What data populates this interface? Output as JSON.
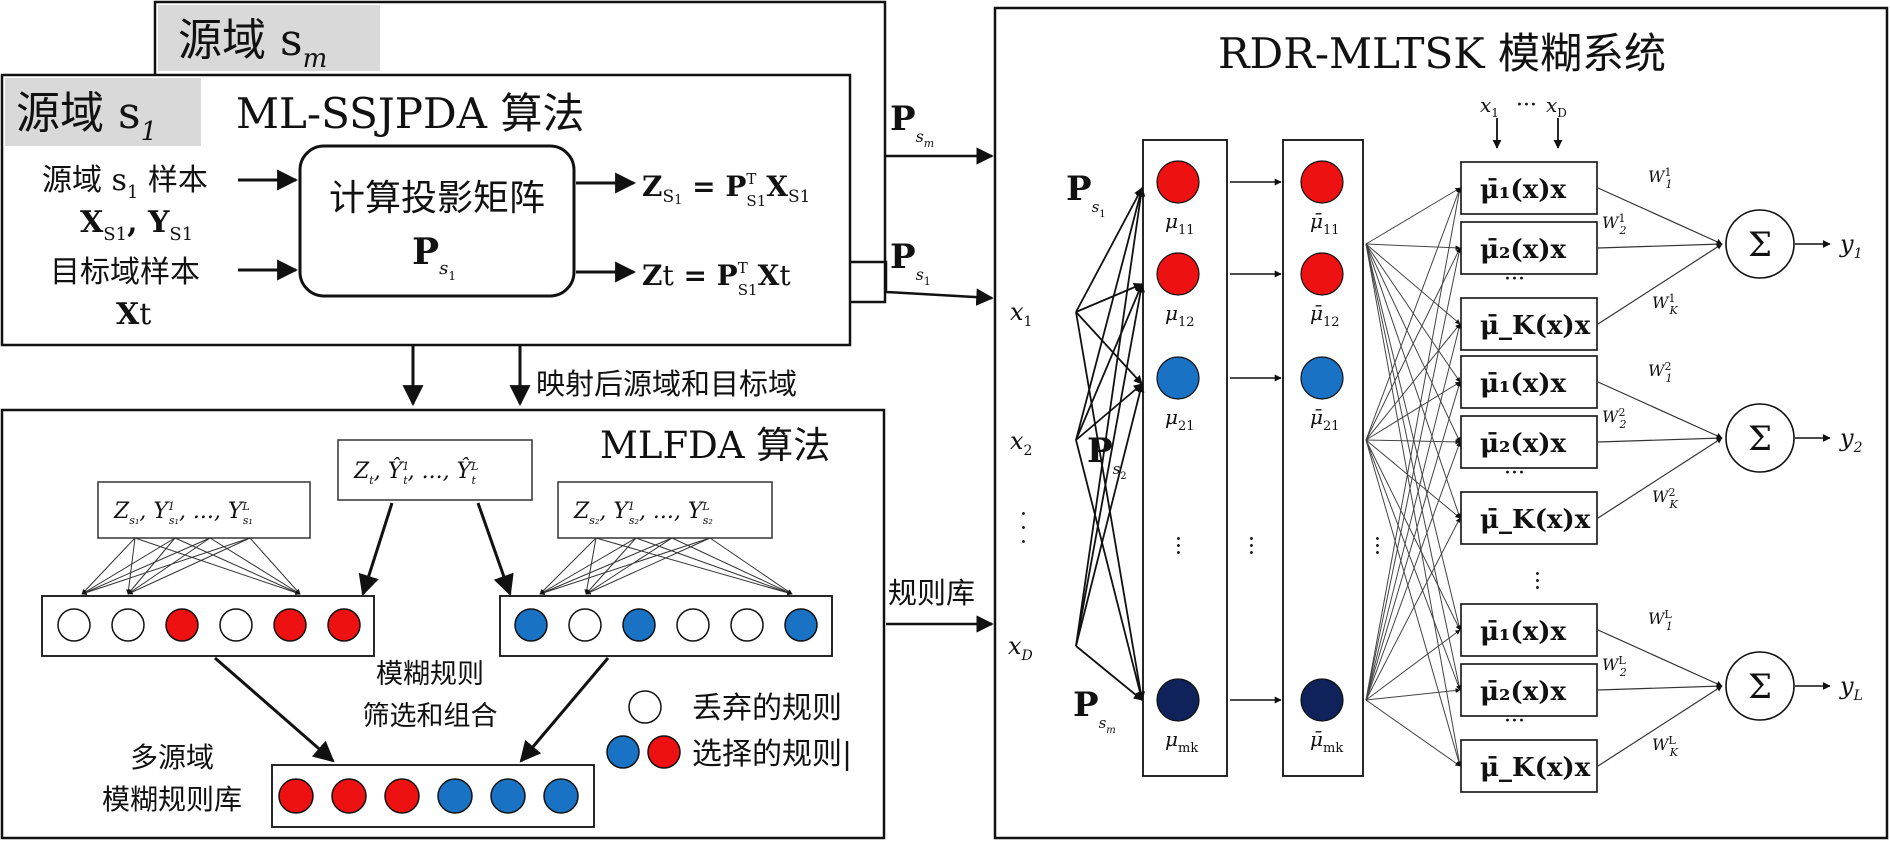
{
  "source_domain_sm": "源域 s",
  "source_domain_sm_sub": "m",
  "source_domain_s1": "源域 s",
  "source_domain_s1_sub": "1",
  "ml_ssjpda_title": "ML-SSJPDA 算法",
  "input_source_samples": "源域 s",
  "input_source_samples_sub": "1",
  "input_source_samples_suffix": " 样本",
  "input_source_xy": "X",
  "input_source_xy_2": ", Y",
  "input_target_samples": "目标域样本",
  "input_target_x": "X",
  "input_target_x_suffix": "t",
  "projection_box_title": "计算投影矩阵",
  "projection_box_symbol": "P",
  "projection_box_sub": "s",
  "projection_box_subsub": "1",
  "zs_eq_left": "Z",
  "zs_eq_sub": "S",
  "zs_eq_sub2": "1",
  "zs_eq_mid": " = P",
  "zs_eq_right": "X",
  "zt_eq_left": "Z",
  "zt_eq_sub": "t",
  "zt_eq_mid": " = P",
  "zt_eq_right": "X",
  "zt_eq_right_sub": "t",
  "transpose_sup": "T",
  "p_sm_label": "P",
  "p_s1_label": "P",
  "mapped_label": "映射后源域和目标域",
  "mlfda_title": "MLFDA 算法",
  "rulebase_label": "规则库",
  "fuzzy_rule_select": "模糊规则",
  "fuzzy_rule_select_2": "筛选和组合",
  "multi_source": "多源域",
  "multi_source_2": "模糊规则库",
  "legend_discarded": "丢弃的规则",
  "legend_selected": "选择的规则|",
  "label_box_s1": "Z",
  "label_box_s1_mid": ", Y",
  "label_box_s1_dots": ", ..., Y",
  "label_box_t": "Z",
  "label_box_t_mid": ", Ŷ",
  "label_box_t_dots": ", ..., Ŷ",
  "label_box_s2": "Z",
  "label_box_s2_mid": ", Y",
  "label_box_s2_dots": ", ..., Y",
  "rdr_title": "RDR-MLTSK 模糊系统",
  "input_x1": "x",
  "input_x2": "x",
  "input_xd": "x",
  "input_dots": "·  ·  ·",
  "top_x1": "x",
  "top_xd": "x",
  "top_dots": "···",
  "mu_labels": [
    "μ",
    "μ",
    "μ",
    "μ"
  ],
  "mu_subs": [
    "11",
    "12",
    "21",
    "mk"
  ],
  "mubar_subs": [
    "11",
    "12",
    "21",
    "mk"
  ],
  "consequent_labels": [
    "μ̄₁(x)x",
    "μ̄₂(x)x",
    "μ̄_K(x)x"
  ],
  "sum_symbol": "Σ",
  "outputs": [
    "y",
    "y",
    "y"
  ],
  "output_subs": [
    "1",
    "2",
    "L"
  ],
  "weight_sup": [
    "1",
    "2",
    "L"
  ],
  "colors": {
    "red": "#ee1111",
    "blue": "#1a72c4",
    "navy": "#0f2259",
    "white": "#ffffff",
    "gray_tab": "#d9d9d9"
  },
  "mlfda_rules_s1": [
    "white",
    "white",
    "red",
    "white",
    "red",
    "red"
  ],
  "mlfda_rules_s2": [
    "blue",
    "white",
    "blue",
    "white",
    "white",
    "blue"
  ],
  "multi_source_rules": [
    "red",
    "red",
    "red",
    "blue",
    "blue",
    "blue"
  ]
}
